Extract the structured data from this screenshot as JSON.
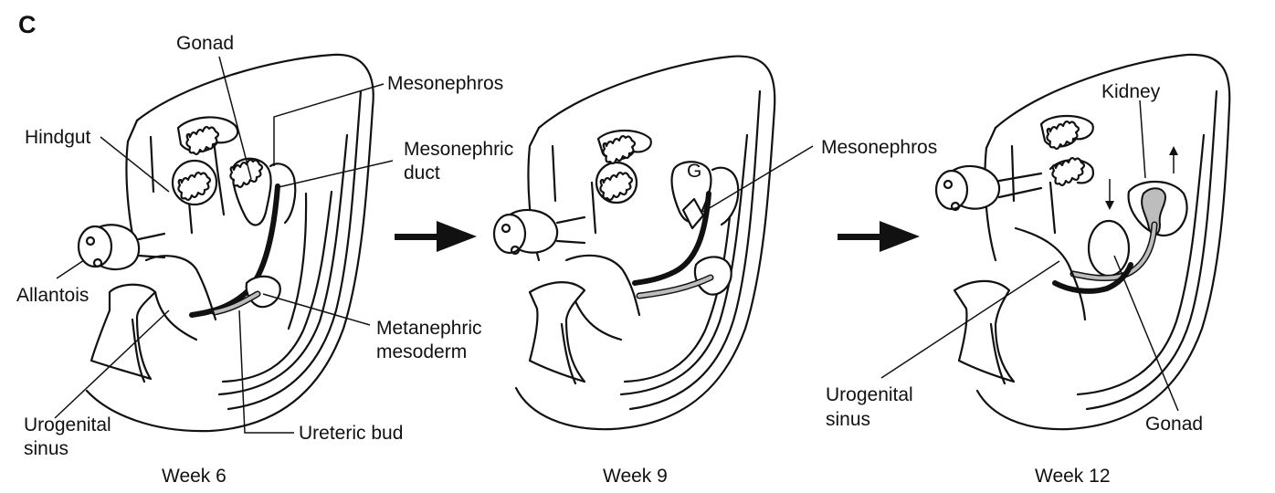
{
  "panel_label": "C",
  "stages": [
    {
      "caption": "Week 6",
      "labels": {
        "gonad": "Gonad",
        "mesonephros": "Mesonephros",
        "hindgut": "Hindgut",
        "mesonephric_duct_line1": "Mesonephric",
        "mesonephric_duct_line2": "duct",
        "allantois": "Allantois",
        "metanephric_line1": "Metanephric",
        "metanephric_line2": "mesoderm",
        "urogenital_line1": "Urogenital",
        "urogenital_line2": "sinus",
        "ureteric_bud": "Ureteric bud"
      }
    },
    {
      "caption": "Week 9",
      "labels": {
        "gonad_abbrev": "G",
        "mesonephros": "Mesonephros"
      }
    },
    {
      "caption": "Week 12",
      "labels": {
        "kidney": "Kidney",
        "urogenital_line1": "Urogenital",
        "urogenital_line2": "sinus",
        "gonad": "Gonad"
      }
    }
  ],
  "colors": {
    "line": "#111111",
    "metanephric_fill": "#bdbdbd",
    "background": "#ffffff"
  }
}
